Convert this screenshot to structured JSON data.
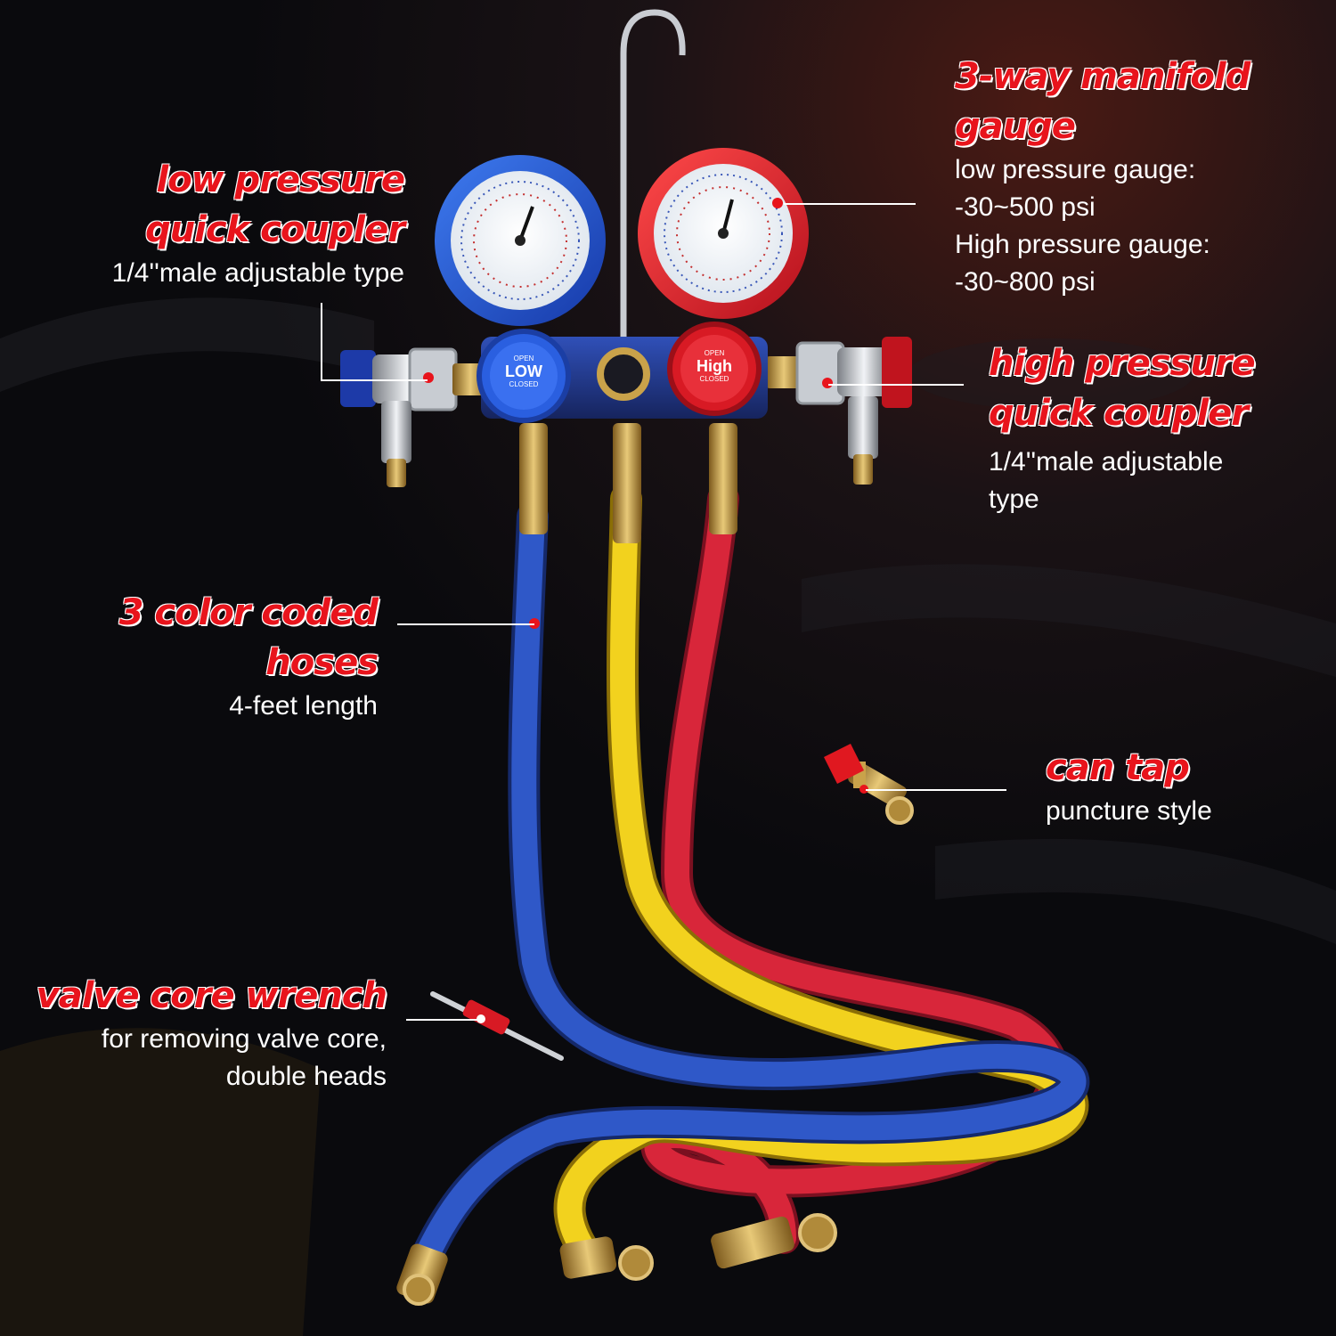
{
  "callouts": {
    "manifold": {
      "title_1": "3-way manifold",
      "title_2": "gauge",
      "desc_1": "low pressure gauge:",
      "desc_2": "-30~500 psi",
      "desc_3": "High pressure gauge:",
      "desc_4": "-30~800 psi"
    },
    "low_coupler": {
      "title_1": "low pressure",
      "title_2": "quick coupler",
      "desc_1": "1/4''male adjustable type"
    },
    "high_coupler": {
      "title_1": "high pressure",
      "title_2": "quick coupler",
      "desc_1": "1/4''male adjustable",
      "desc_2": "type"
    },
    "hoses": {
      "title_1": "3 color coded",
      "title_2": "hoses",
      "desc_1": "4-feet length"
    },
    "can_tap": {
      "title_1": "can tap",
      "desc_1": "puncture style"
    },
    "wrench": {
      "title_1": "valve core wrench",
      "desc_1": "for removing valve core,",
      "desc_2": "double heads"
    }
  },
  "knobs": {
    "low_label": "LOW",
    "high_label": "High",
    "open": "OPEN",
    "closed": "CLOSED"
  },
  "colors": {
    "accent_red": "#e8141c",
    "hose_blue": "#2f58c8",
    "hose_yellow": "#f2d21e",
    "hose_red": "#d8263a",
    "brass": "#c9a24a"
  }
}
